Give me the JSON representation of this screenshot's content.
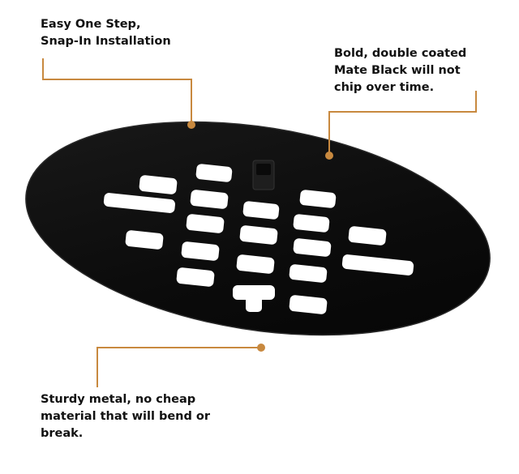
{
  "callouts": {
    "installation": "Easy One Step,\nSnap-In Installation",
    "finish": "Bold, double coated\nMate Black will not\nchip over time.",
    "material": "Sturdy metal, no cheap\nmaterial that will bend or\nbreak."
  },
  "colors": {
    "leader_line": "#c8893f",
    "product": "#0c0c0c",
    "background": "#ffffff"
  },
  "product": "black oval shower drain cover"
}
